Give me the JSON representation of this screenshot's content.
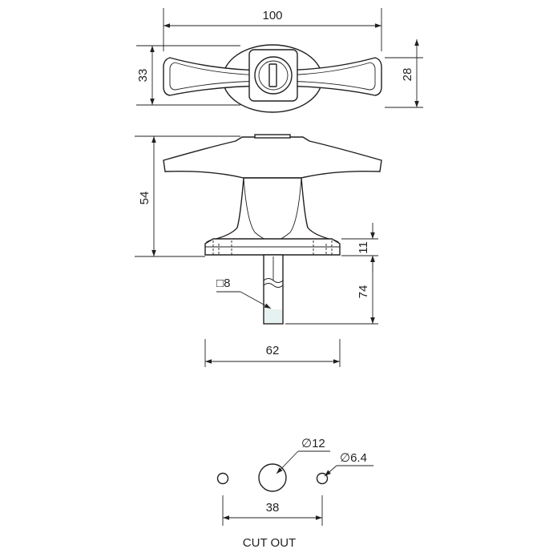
{
  "dimensions": {
    "top_width": "100",
    "top_height_left": "33",
    "top_height_right": "28",
    "side_height": "54",
    "base_thickness": "11",
    "spindle_length": "74",
    "base_width": "62",
    "spindle_square": "8",
    "hole_center_diameter": "12",
    "hole_side_diameter": "6.4",
    "cutout_spacing": "38"
  },
  "symbols": {
    "square": "□",
    "diameter": "∅"
  },
  "labels": {
    "cutout_title": "CUT OUT"
  },
  "colors": {
    "line": "#231f20",
    "spindle_tip": "#e6f2f2"
  }
}
